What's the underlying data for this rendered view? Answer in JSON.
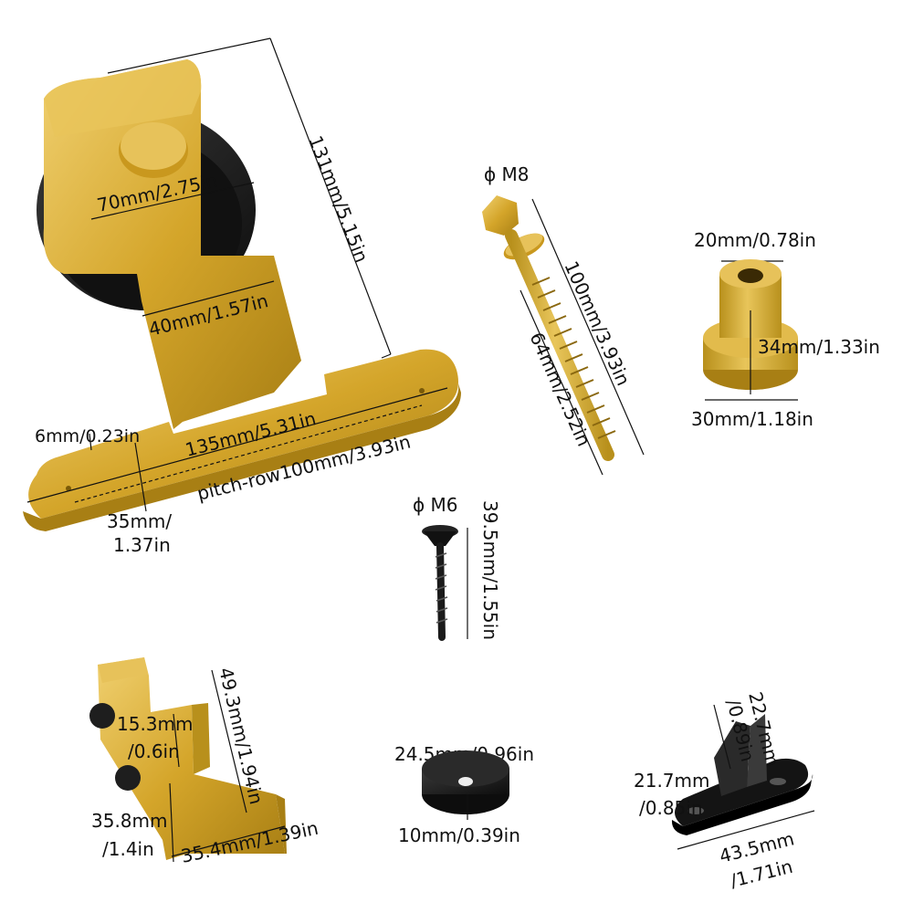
{
  "colors": {
    "brass": "#d4a52a",
    "brass_light": "#e8c55a",
    "brass_dark": "#a87f14",
    "black_part": "#1a1a1a",
    "dimension_line": "#111111",
    "background": "#ffffff"
  },
  "roller": {
    "width_70": "70mm/2.75in",
    "height_131": "131mm/5.15in",
    "strap_40": "40mm/1.57in",
    "plate_thick_6": "6mm/0.23in",
    "plate_length_135": "135mm/5.31in",
    "pitch_row": "pitch-row100mm/3.93in",
    "plate_width_35_a": "35mm/",
    "plate_width_35_b": "1.37in"
  },
  "bolt_m8": {
    "title": "ϕ M8",
    "total_100": "100mm/3.93in",
    "thread_64": "64mm/2.52in"
  },
  "spacer": {
    "top_20": "20mm/0.78in",
    "height_34": "34mm/1.33in",
    "base_30": "30mm/1.18in"
  },
  "screw_m6": {
    "title": "ϕ M6",
    "length": "39.5mm/1.55in"
  },
  "stopper": {
    "dim_15_a": "15.3mm",
    "dim_15_b": "/0.6in",
    "dim_49": "49.3mm/1.94in",
    "dim_35_8_a": "35.8mm",
    "dim_35_8_b": "/1.4in",
    "dim_35_4": "35.4mm/1.39in"
  },
  "puck": {
    "diameter": "24.5mm/0.96in",
    "height": "10mm/0.39in"
  },
  "floor_guide": {
    "height_a": "22.7mm",
    "height_b": "/0.89in",
    "width_a": "21.7mm",
    "width_b": "/0.85in",
    "length_a": "43.5mm",
    "length_b": "/1.71in"
  }
}
